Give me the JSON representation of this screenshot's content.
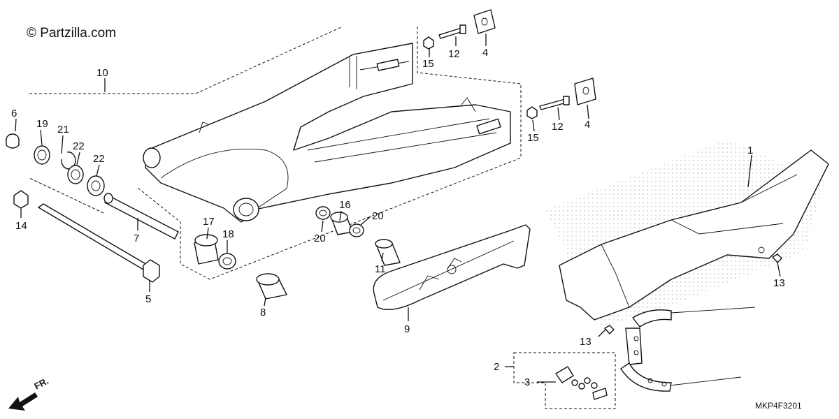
{
  "watermark": "© Partzilla.com",
  "diagram_code": "MKP4F3201",
  "front_indicator": "FR.",
  "labels": {
    "p1": "1",
    "p2": "2",
    "p3": "3",
    "p4a": "4",
    "p4b": "4",
    "p5": "5",
    "p6": "6",
    "p7": "7",
    "p8": "8",
    "p9": "9",
    "p10": "10",
    "p11": "11",
    "p12a": "12",
    "p12b": "12",
    "p13a": "13",
    "p13b": "13",
    "p14": "14",
    "p15a": "15",
    "p15b": "15",
    "p16": "16",
    "p17": "17",
    "p18": "18",
    "p19": "19",
    "p20a": "20",
    "p20b": "20",
    "p21": "21",
    "p22a": "22",
    "p22b": "22"
  }
}
